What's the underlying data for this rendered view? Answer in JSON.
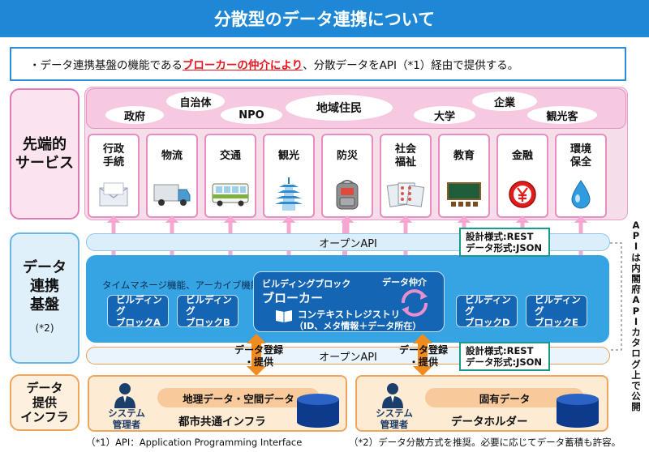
{
  "title": "分散型のデータ連携について",
  "summary": {
    "bullet_prefix": "・データ連携基盤の機能である",
    "highlight": "ブローカーの仲介により",
    "suffix": "、分散データをAPI（*1）経由で提供する。"
  },
  "layers": {
    "services": {
      "line1": "先端的",
      "line2": "サービス"
    },
    "platform": {
      "line1": "データ",
      "line2": "連携",
      "line3": "基盤",
      "note": "(*2)"
    },
    "infra": {
      "line1": "データ",
      "line2": "提供",
      "line3": "インフラ"
    }
  },
  "stakeholders": [
    "自治体",
    "政府",
    "NPO",
    "地域住民",
    "企業",
    "大学",
    "観光客"
  ],
  "service_cards": [
    {
      "label": "行政\n手続",
      "icon": "envelope-icon"
    },
    {
      "label": "物流",
      "icon": "truck-icon"
    },
    {
      "label": "交通",
      "icon": "bus-icon"
    },
    {
      "label": "観光",
      "icon": "pagoda-icon"
    },
    {
      "label": "防災",
      "icon": "backpack-icon"
    },
    {
      "label": "社会\n福祉",
      "icon": "pill-packs-icon"
    },
    {
      "label": "教育",
      "icon": "blackboard-icon"
    },
    {
      "label": "金融",
      "icon": "yen-coin-icon"
    },
    {
      "label": "環境\n保全",
      "icon": "water-drop-icon"
    }
  ],
  "open_api_label": "オープンAPI",
  "spec": {
    "line1": "設計様式:REST",
    "line2": "データ形式:JSON"
  },
  "platform": {
    "functions_note": "タイムマネージ機能、アーカイブ機能等",
    "blocks": [
      {
        "line1": "ビルディング",
        "line2": "ブロックA"
      },
      {
        "line1": "ビルディング",
        "line2": "ブロックB"
      },
      {
        "line1": "ビルディング",
        "line2": "ブロックD"
      },
      {
        "line1": "ビルディング",
        "line2": "ブロックE"
      }
    ],
    "broker": {
      "header": "ビルディングブロック",
      "name": "ブローカー",
      "mediation": "データ仲介",
      "registry": "コンテキストレジストリ",
      "registry_detail": "（ID、メタ情報＋データ所在）"
    }
  },
  "registration": {
    "line1": "データ登録",
    "line2": "・提供"
  },
  "infra": {
    "left": {
      "admin_line1": "システム",
      "admin_line2": "管理者",
      "capsule": "地理データ・空間データ",
      "name": "都市共通インフラ"
    },
    "right": {
      "admin_line1": "システム",
      "admin_line2": "管理者",
      "capsule": "固有データ",
      "name": "データホルダー"
    }
  },
  "catalog_note": "APIは内閣府APIカタログ上で公開",
  "footnotes": {
    "f1": "（*1）API：Application Programming Interface",
    "f2": "（*2）データ分散方式を推奨。必要に応じてデータ蓄積も許容。"
  },
  "colors": {
    "title_bg": "#1e88d6",
    "highlight": "#e8141e",
    "platform_bg": "#36a3e2",
    "block_bg": "#1565b5",
    "spec_border": "#1a9b8a",
    "arrow_pink": "#f3a7d2",
    "arrow_orange": "#f08c1e"
  }
}
